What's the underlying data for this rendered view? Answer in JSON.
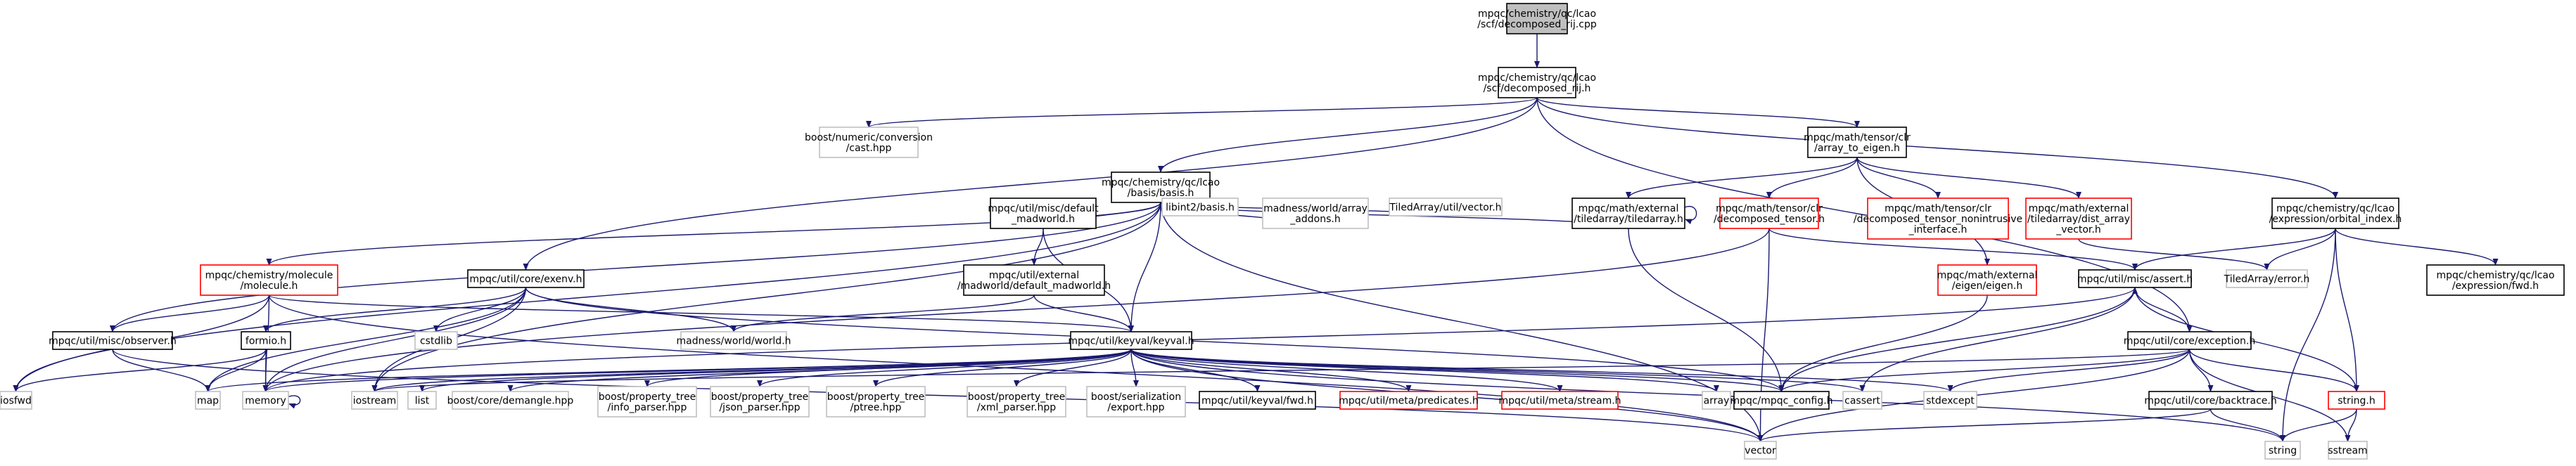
{
  "colors": {
    "edge": "#191970",
    "border_default": "#000000",
    "border_missing": "#bfbfbf",
    "border_truncated": "#ff0000",
    "fill_root": "#bfbfbf",
    "fill_default": "#ffffff"
  },
  "nodes": [
    {
      "id": "root",
      "lines": [
        "mpqc/chemistry/qc/lcao",
        "/scf/decomposed_rij.cpp"
      ],
      "kind": "root"
    },
    {
      "id": "drij",
      "lines": [
        "mpqc/chemistry/qc/lcao",
        "/scf/decomposed_rij.h"
      ],
      "kind": "default"
    },
    {
      "id": "boostcast",
      "lines": [
        "boost/numeric/conversion",
        "/cast.hpp"
      ],
      "kind": "missing"
    },
    {
      "id": "basis",
      "lines": [
        "mpqc/chemistry/qc/lcao",
        "/basis/basis.h"
      ],
      "kind": "default"
    },
    {
      "id": "a2e",
      "lines": [
        "mpqc/math/tensor/clr",
        "/array_to_eigen.h"
      ],
      "kind": "default"
    },
    {
      "id": "orbidx",
      "lines": [
        "mpqc/chemistry/qc/lcao",
        "/expression/orbital_index.h"
      ],
      "kind": "default"
    },
    {
      "id": "defmw",
      "lines": [
        "mpqc/util/misc/default",
        "_madworld.h"
      ],
      "kind": "default"
    },
    {
      "id": "libint",
      "lines": [
        "libint2/basis.h"
      ],
      "kind": "missing"
    },
    {
      "id": "madaddons",
      "lines": [
        "madness/world/array",
        "_addons.h"
      ],
      "kind": "missing"
    },
    {
      "id": "tavector",
      "lines": [
        "TiledArray/util/vector.h"
      ],
      "kind": "missing"
    },
    {
      "id": "tiledarray",
      "lines": [
        "mpqc/math/external",
        "/tiledarray/tiledarray.h"
      ],
      "kind": "default"
    },
    {
      "id": "dectensor",
      "lines": [
        "mpqc/math/tensor/clr",
        "/decomposed_tensor.h"
      ],
      "kind": "truncated"
    },
    {
      "id": "dtnoninstr",
      "lines": [
        "mpqc/math/tensor/clr",
        "/decomposed_tensor_nonintrusive",
        "_interface.h"
      ],
      "kind": "truncated"
    },
    {
      "id": "distarray",
      "lines": [
        "mpqc/math/external",
        "/tiledarray/dist_array",
        "_vector.h"
      ],
      "kind": "truncated"
    },
    {
      "id": "molecule",
      "lines": [
        "mpqc/chemistry/molecule",
        "/molecule.h"
      ],
      "kind": "truncated"
    },
    {
      "id": "exenv",
      "lines": [
        "mpqc/util/core/exenv.h"
      ],
      "kind": "default"
    },
    {
      "id": "extmw",
      "lines": [
        "mpqc/util/external",
        "/madworld/default_madworld.h"
      ],
      "kind": "default"
    },
    {
      "id": "eigen",
      "lines": [
        "mpqc/math/external",
        "/eigen/eigen.h"
      ],
      "kind": "truncated"
    },
    {
      "id": "assert",
      "lines": [
        "mpqc/util/misc/assert.h"
      ],
      "kind": "default"
    },
    {
      "id": "taerror",
      "lines": [
        "TiledArray/error.h"
      ],
      "kind": "missing"
    },
    {
      "id": "lcaofwd",
      "lines": [
        "mpqc/chemistry/qc/lcao",
        "/expression/fwd.h"
      ],
      "kind": "default"
    },
    {
      "id": "observer",
      "lines": [
        "mpqc/util/misc/observer.h"
      ],
      "kind": "default"
    },
    {
      "id": "formio",
      "lines": [
        "formio.h"
      ],
      "kind": "default"
    },
    {
      "id": "cstdlib",
      "lines": [
        "cstdlib"
      ],
      "kind": "missing"
    },
    {
      "id": "madworld",
      "lines": [
        "madness/world/world.h"
      ],
      "kind": "missing"
    },
    {
      "id": "keyval",
      "lines": [
        "mpqc/util/keyval/keyval.h"
      ],
      "kind": "default"
    },
    {
      "id": "exception",
      "lines": [
        "mpqc/util/core/exception.h"
      ],
      "kind": "default"
    },
    {
      "id": "iosfwd",
      "lines": [
        "iosfwd"
      ],
      "kind": "missing"
    },
    {
      "id": "map",
      "lines": [
        "map"
      ],
      "kind": "missing"
    },
    {
      "id": "memory",
      "lines": [
        "memory"
      ],
      "kind": "missing"
    },
    {
      "id": "iostream",
      "lines": [
        "iostream"
      ],
      "kind": "missing"
    },
    {
      "id": "list",
      "lines": [
        "list"
      ],
      "kind": "missing"
    },
    {
      "id": "demangle",
      "lines": [
        "boost/core/demangle.hpp"
      ],
      "kind": "missing"
    },
    {
      "id": "infoparser",
      "lines": [
        "boost/property_tree",
        "/info_parser.hpp"
      ],
      "kind": "missing"
    },
    {
      "id": "jsonparser",
      "lines": [
        "boost/property_tree",
        "/json_parser.hpp"
      ],
      "kind": "missing"
    },
    {
      "id": "ptree",
      "lines": [
        "boost/property_tree",
        "/ptree.hpp"
      ],
      "kind": "missing"
    },
    {
      "id": "xmlparser",
      "lines": [
        "boost/property_tree",
        "/xml_parser.hpp"
      ],
      "kind": "missing"
    },
    {
      "id": "serialexport",
      "lines": [
        "boost/serialization",
        "/export.hpp"
      ],
      "kind": "missing"
    },
    {
      "id": "kvfwd",
      "lines": [
        "mpqc/util/keyval/fwd.h"
      ],
      "kind": "default"
    },
    {
      "id": "predicates",
      "lines": [
        "mpqc/util/meta/predicates.h"
      ],
      "kind": "truncated"
    },
    {
      "id": "metastream",
      "lines": [
        "mpqc/util/meta/stream.h"
      ],
      "kind": "truncated"
    },
    {
      "id": "array",
      "lines": [
        "array"
      ],
      "kind": "missing"
    },
    {
      "id": "config",
      "lines": [
        "mpqc/mpqc_config.h"
      ],
      "kind": "default"
    },
    {
      "id": "cassert",
      "lines": [
        "cassert"
      ],
      "kind": "missing"
    },
    {
      "id": "stdexcept",
      "lines": [
        "stdexcept"
      ],
      "kind": "missing"
    },
    {
      "id": "backtrace",
      "lines": [
        "mpqc/util/core/backtrace.h"
      ],
      "kind": "default"
    },
    {
      "id": "stringh",
      "lines": [
        "string.h"
      ],
      "kind": "truncated"
    },
    {
      "id": "vector",
      "lines": [
        "vector"
      ],
      "kind": "missing"
    },
    {
      "id": "string",
      "lines": [
        "string"
      ],
      "kind": "missing"
    },
    {
      "id": "sstream",
      "lines": [
        "sstream"
      ],
      "kind": "missing"
    }
  ],
  "edges": [
    [
      "root",
      "drij"
    ],
    [
      "drij",
      "boostcast"
    ],
    [
      "drij",
      "basis"
    ],
    [
      "drij",
      "a2e"
    ],
    [
      "drij",
      "orbidx"
    ],
    [
      "drij",
      "exenv"
    ],
    [
      "drij",
      "exception"
    ],
    [
      "basis",
      "defmw"
    ],
    [
      "basis",
      "libint"
    ],
    [
      "basis",
      "madaddons"
    ],
    [
      "basis",
      "tavector"
    ],
    [
      "basis",
      "tiledarray"
    ],
    [
      "basis",
      "molecule"
    ],
    [
      "basis",
      "keyval"
    ],
    [
      "basis",
      "observer"
    ],
    [
      "basis",
      "iosfwd"
    ],
    [
      "basis",
      "vector"
    ],
    [
      "basis",
      "iostream"
    ],
    [
      "a2e",
      "tiledarray"
    ],
    [
      "a2e",
      "dectensor"
    ],
    [
      "a2e",
      "dtnoninstr"
    ],
    [
      "a2e",
      "distarray"
    ],
    [
      "a2e",
      "eigen"
    ],
    [
      "orbidx",
      "assert"
    ],
    [
      "orbidx",
      "taerror"
    ],
    [
      "orbidx",
      "lcaofwd"
    ],
    [
      "orbidx",
      "stringh"
    ],
    [
      "orbidx",
      "string"
    ],
    [
      "defmw",
      "extmw"
    ],
    [
      "defmw",
      "keyval"
    ],
    [
      "tiledarray",
      "tiledarray"
    ],
    [
      "tiledarray",
      "config"
    ],
    [
      "dectensor",
      "assert"
    ],
    [
      "dectensor",
      "memory"
    ],
    [
      "dectensor",
      "vector"
    ],
    [
      "distarray",
      "taerror"
    ],
    [
      "molecule",
      "observer"
    ],
    [
      "molecule",
      "keyval"
    ],
    [
      "molecule",
      "memory"
    ],
    [
      "molecule",
      "iosfwd"
    ],
    [
      "molecule",
      "vector"
    ],
    [
      "exenv",
      "formio"
    ],
    [
      "exenv",
      "cstdlib"
    ],
    [
      "exenv",
      "madworld"
    ],
    [
      "exenv",
      "memory"
    ],
    [
      "exenv",
      "map"
    ],
    [
      "exenv",
      "iostream"
    ],
    [
      "exenv",
      "config"
    ],
    [
      "extmw",
      "madworld"
    ],
    [
      "extmw",
      "keyval"
    ],
    [
      "eigen",
      "config"
    ],
    [
      "assert",
      "exception"
    ],
    [
      "assert",
      "config"
    ],
    [
      "assert",
      "cassert"
    ],
    [
      "assert",
      "memory"
    ],
    [
      "observer",
      "map"
    ],
    [
      "observer",
      "vector"
    ],
    [
      "formio",
      "iosfwd"
    ],
    [
      "formio",
      "map"
    ],
    [
      "formio",
      "memory"
    ],
    [
      "keyval",
      "map"
    ],
    [
      "keyval",
      "memory"
    ],
    [
      "keyval",
      "iostream"
    ],
    [
      "keyval",
      "list"
    ],
    [
      "keyval",
      "demangle"
    ],
    [
      "keyval",
      "infoparser"
    ],
    [
      "keyval",
      "jsonparser"
    ],
    [
      "keyval",
      "ptree"
    ],
    [
      "keyval",
      "xmlparser"
    ],
    [
      "keyval",
      "serialexport"
    ],
    [
      "keyval",
      "kvfwd"
    ],
    [
      "keyval",
      "predicates"
    ],
    [
      "keyval",
      "metastream"
    ],
    [
      "keyval",
      "array"
    ],
    [
      "keyval",
      "config"
    ],
    [
      "keyval",
      "cassert"
    ],
    [
      "keyval",
      "stdexcept"
    ],
    [
      "keyval",
      "vector"
    ],
    [
      "keyval",
      "string"
    ],
    [
      "exception",
      "stdexcept"
    ],
    [
      "exception",
      "backtrace"
    ],
    [
      "exception",
      "stringh"
    ],
    [
      "exception",
      "iostream"
    ],
    [
      "exception",
      "sstream"
    ],
    [
      "exception",
      "vector"
    ],
    [
      "exception",
      "config"
    ],
    [
      "backtrace",
      "vector"
    ],
    [
      "backtrace",
      "string"
    ],
    [
      "stringh",
      "string"
    ],
    [
      "stringh",
      "sstream"
    ],
    [
      "stringh",
      "assert"
    ],
    [
      "memory",
      "memory"
    ]
  ]
}
